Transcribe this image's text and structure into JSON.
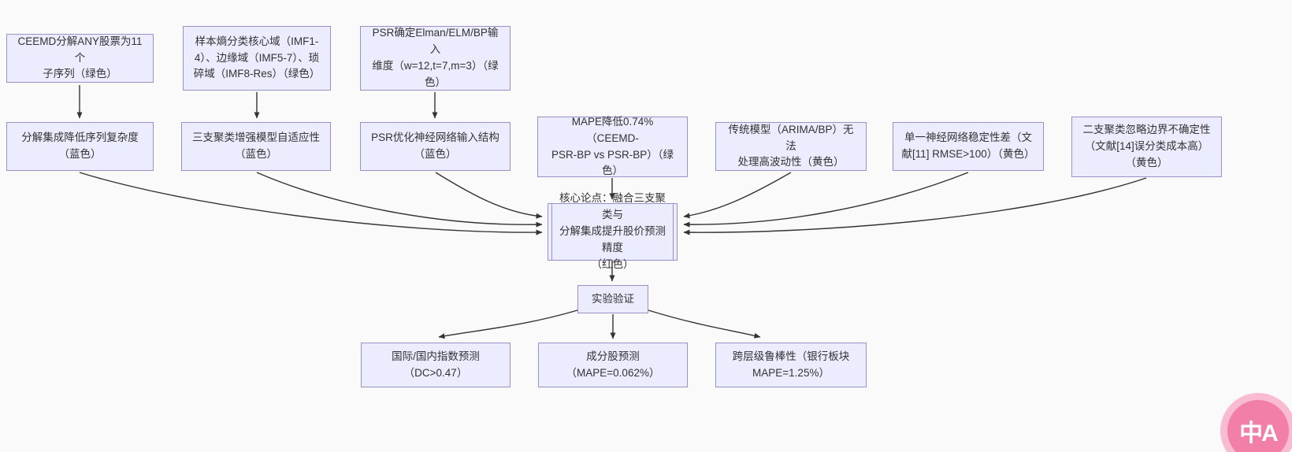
{
  "diagram": {
    "nodes": {
      "ceemd": {
        "text": "CEEMD分解ANY股票为11个\n子序列（绿色）"
      },
      "sample_entropy": {
        "text": "样本熵分类核心域（IMF1-\n4）、边缘域（IMF5-7）、琐\n碎域（IMF8-Res）（绿色）"
      },
      "psr_dimension": {
        "text": "PSR确定Elman/ELM/BP输入\n维度（w=12,t=7,m=3）（绿\n色）"
      },
      "decomp_complexity": {
        "text": "分解集成降低序列复杂度\n（蓝色）"
      },
      "three_way_adaptive": {
        "text": "三支聚类增强模型自适应性\n（蓝色）"
      },
      "psr_structure": {
        "text": "PSR优化神经网络输入结构\n（蓝色）"
      },
      "mape_improve": {
        "text": "MAPE降低0.74%（CEEMD-\nPSR-BP vs PSR-BP）（绿\n色）"
      },
      "traditional_limit": {
        "text": "传统模型（ARIMA/BP）无法\n处理高波动性（黄色）"
      },
      "single_nn_unstable": {
        "text": "单一神经网络稳定性差（文\n献[11] RMSE>100）（黄色）"
      },
      "two_way_limit": {
        "text": "二支聚类忽略边界不确定性\n（文献[14]误分类成本高）\n（黄色）"
      },
      "core_thesis": {
        "text": "核心论点：融合三支聚类与\n分解集成提升股价预测精度\n（红色）"
      },
      "experiment_validation": {
        "text": "实验验证"
      },
      "index_prediction": {
        "text": "国际/国内指数预测\n（DC>0.47）"
      },
      "constituent_prediction": {
        "text": "成分股预测\n（MAPE=0.062%）"
      },
      "cross_level_robustness": {
        "text": "跨层级鲁棒性（银行板块\nMAPE=1.25%）"
      }
    },
    "badge": {
      "label": "中A"
    }
  },
  "colors": {
    "node_fill": "#ECECFF",
    "node_border": "#9A8FC7",
    "edge": "#333333",
    "badge_outer": "#F8BBD2",
    "badge_inner": "#F27FA8",
    "background": "#FBFAFA"
  }
}
